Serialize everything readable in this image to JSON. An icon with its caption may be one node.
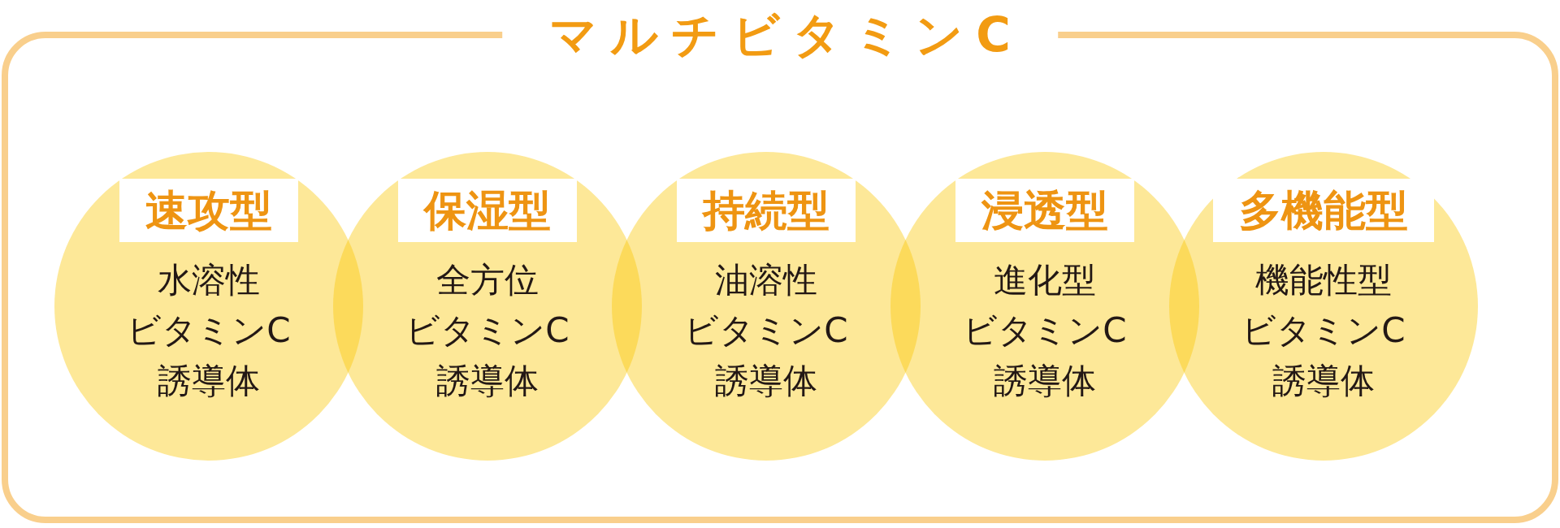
{
  "diagram": {
    "nodes": [
      {
        "text": [
          "マルチビタミンC"
        ]
      },
      {
        "text": [
          "速攻型",
          "水溶性ビタミンC誘導体"
        ],
        "in": 0
      },
      {
        "text": [
          "保湿型",
          "全方位ビタミンC誘導体"
        ],
        "in": 0
      },
      {
        "text": [
          "持続型",
          "油溶性ビタミンC誘導体"
        ],
        "in": 0
      },
      {
        "text": [
          "浸透型",
          "進化型ビタミンC誘導体"
        ],
        "in": 0
      },
      {
        "text": [
          "多機能型",
          "機能性型ビタミンC誘導体"
        ],
        "in": 0
      }
    ]
  }
}
